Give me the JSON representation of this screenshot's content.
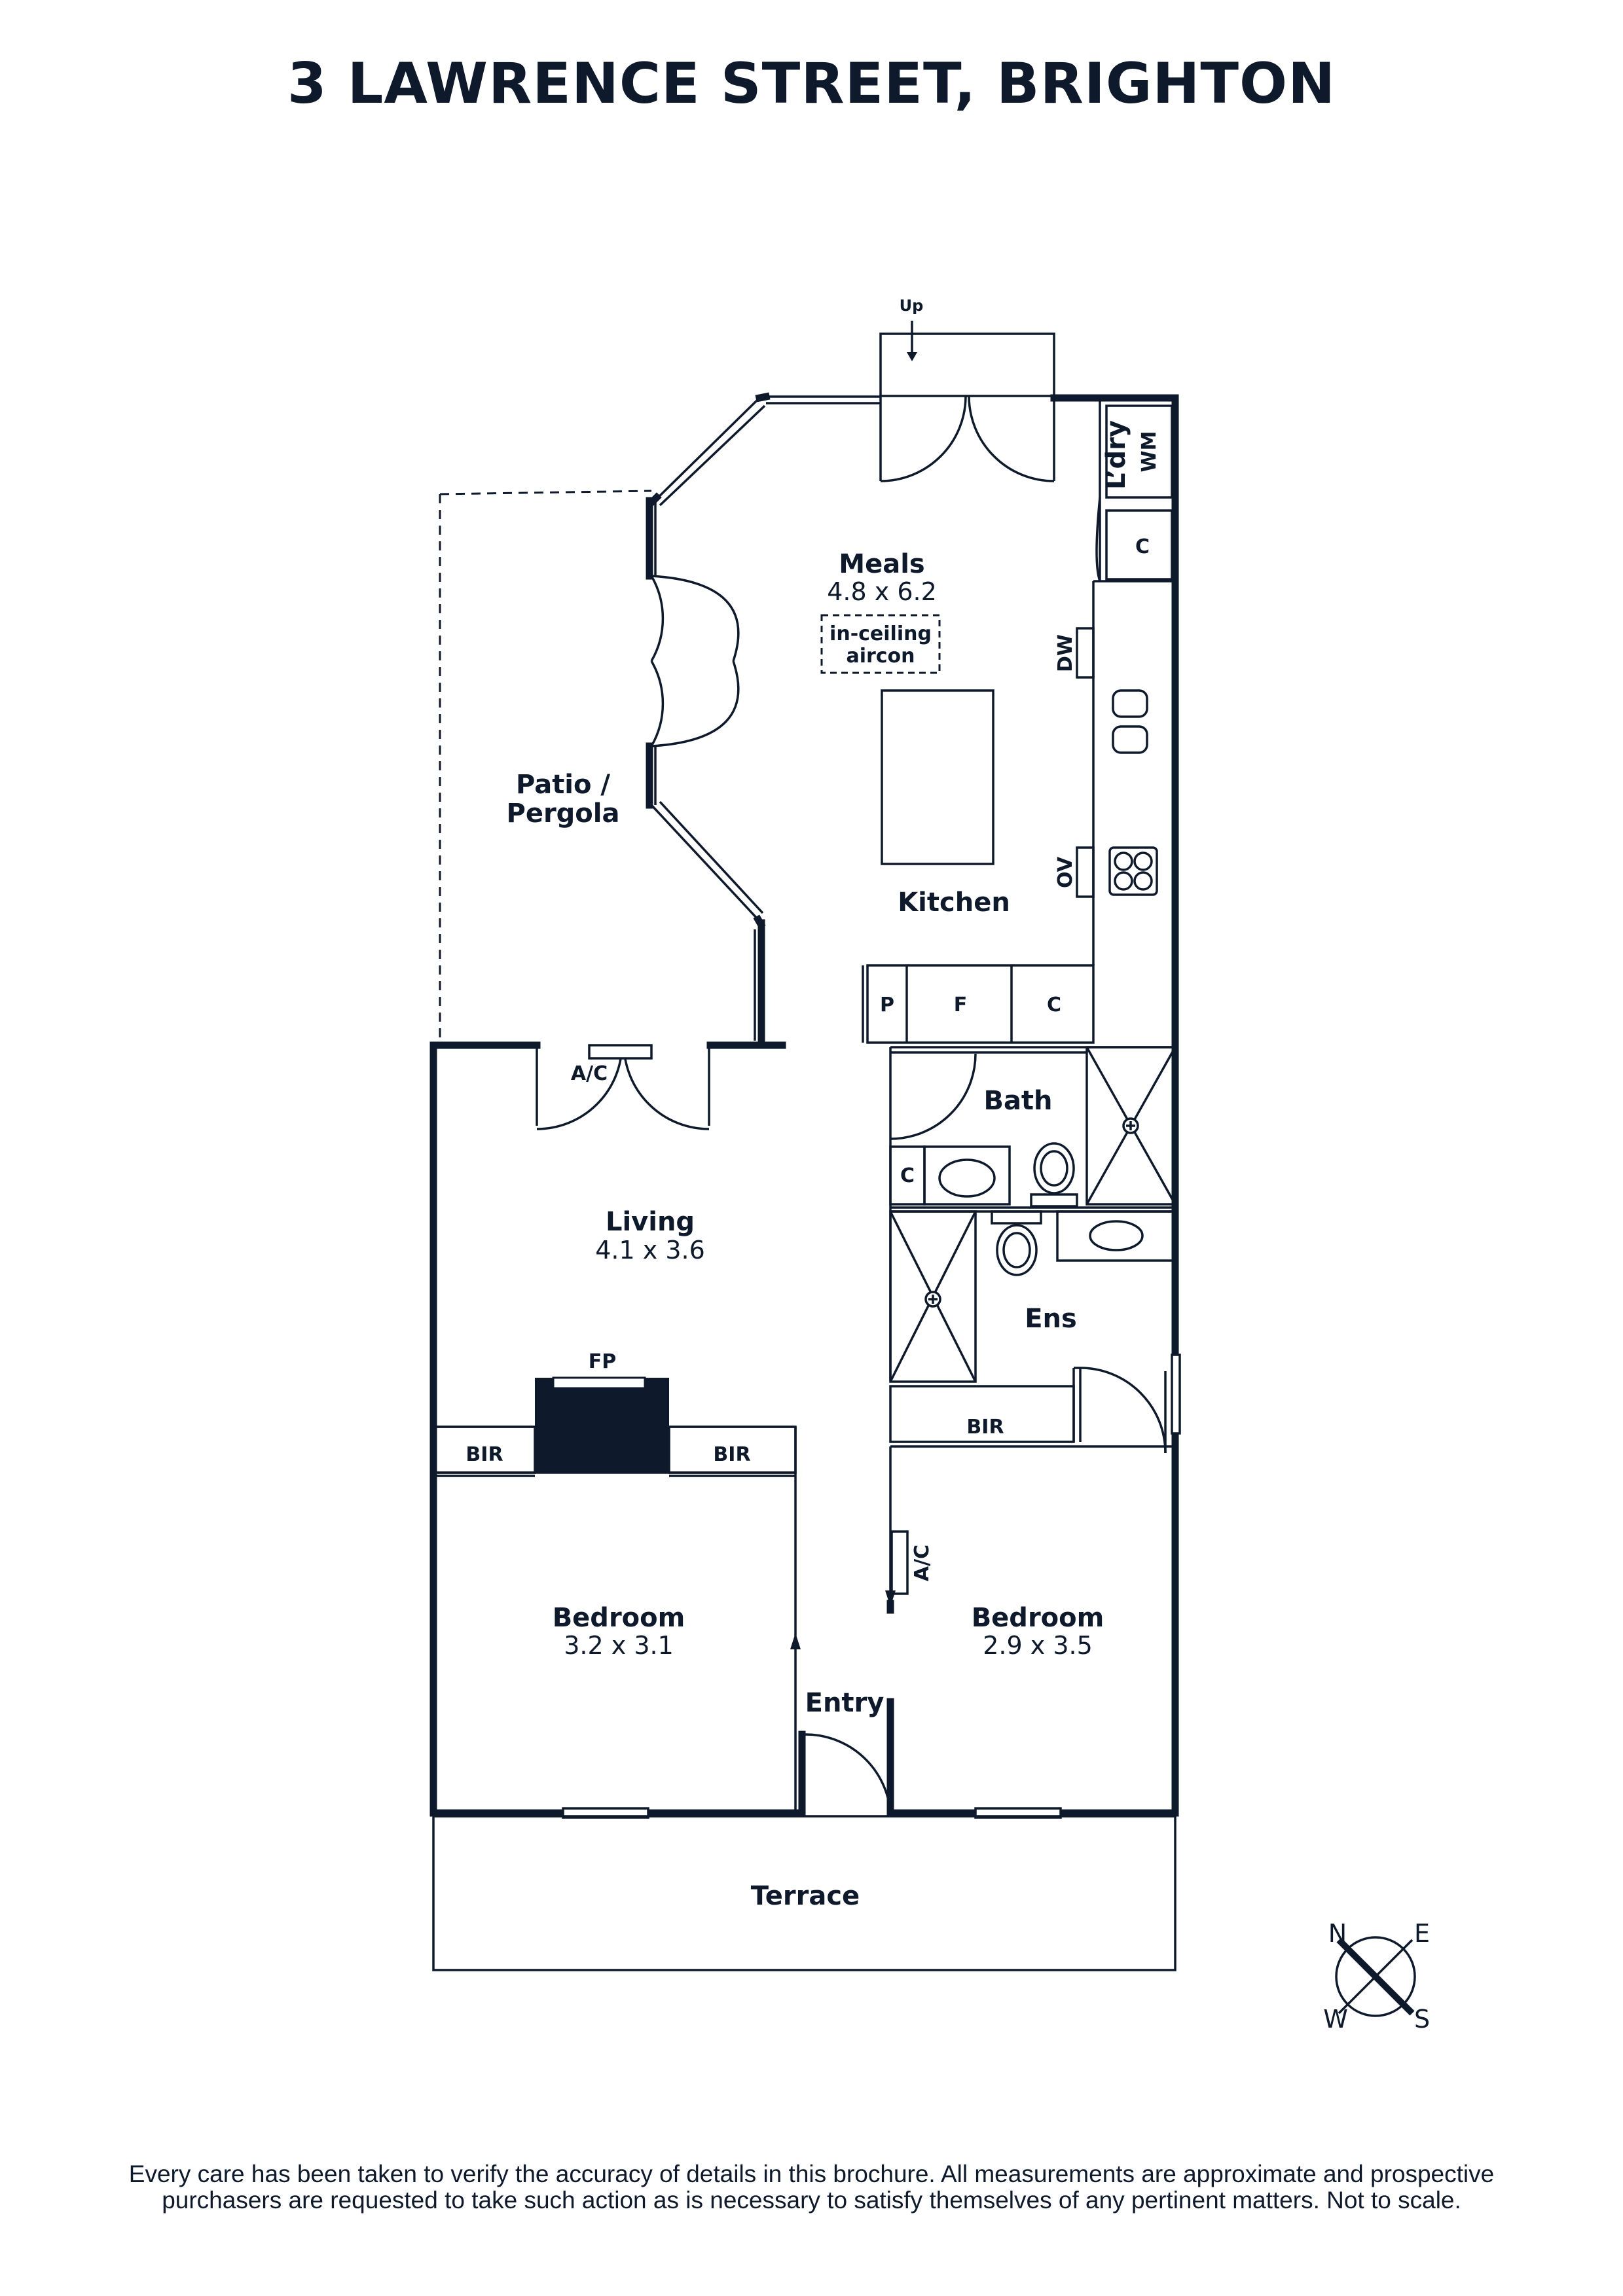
{
  "title": "3 LAWRENCE STREET, BRIGHTON",
  "colors": {
    "ink": "#0e1a2b",
    "background": "#ffffff"
  },
  "rooms": {
    "meals": {
      "name": "Meals",
      "dims": "4.8 x 6.2"
    },
    "aircon": {
      "line1": "in-ceiling",
      "line2": "aircon"
    },
    "kitchen": {
      "name": "Kitchen"
    },
    "patio": {
      "line1": "Patio /",
      "line2": "Pergola"
    },
    "living": {
      "name": "Living",
      "dims": "4.1 x 3.6"
    },
    "bath": {
      "name": "Bath"
    },
    "ens": {
      "name": "Ens"
    },
    "bedroom_left": {
      "name": "Bedroom",
      "dims": "3.2 x 3.1"
    },
    "bedroom_right": {
      "name": "Bedroom",
      "dims": "2.9 x 3.5"
    },
    "entry": {
      "name": "Entry"
    },
    "terrace": {
      "name": "Terrace"
    },
    "laundry": {
      "name": "L’dry"
    }
  },
  "fixtures": {
    "up": "Up",
    "wm": "WM",
    "c": "C",
    "dw": "DW",
    "ov": "OV",
    "p": "P",
    "f": "F",
    "ac": "A/C",
    "fp": "FP",
    "bir": "BIR"
  },
  "compass": {
    "n": "N",
    "e": "E",
    "w": "W",
    "s": "S"
  },
  "disclaimer": {
    "line1": "Every care has been taken to verify the accuracy of details in this brochure. All measurements are approximate and prospective",
    "line2": "purchasers are requested to take such action as is necessary to satisfy themselves of any pertinent matters. Not to scale."
  }
}
